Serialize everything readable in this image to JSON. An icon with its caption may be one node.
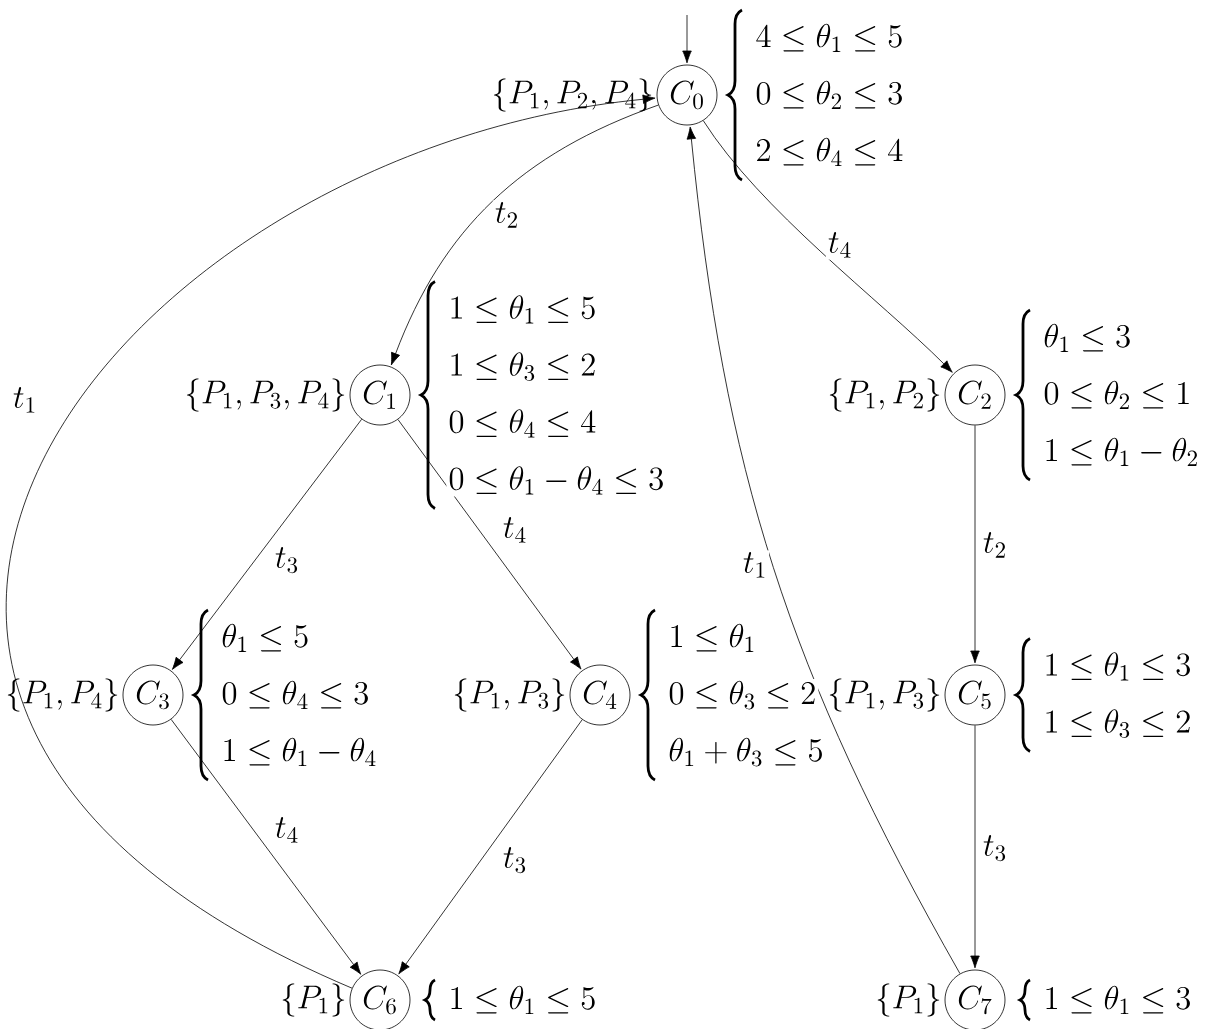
{
  "diagram": {
    "nodes": [
      {
        "text": [
          "C_0"
        ],
        "beside": [
          "\\{P_1, P_2, P_4\\}",
          "4 \\leq \\theta_1 \\leq 5",
          "0 \\leq \\theta_2 \\leq 3",
          "2 \\leq \\theta_4 \\leq 4"
        ]
      },
      {
        "text": [
          "C_1"
        ],
        "beside": [
          "\\{P_1, P_3, P_4\\}",
          "1 \\leq \\theta_1 \\leq 5",
          "1 \\leq \\theta_3 \\leq 2",
          "0 \\leq \\theta_4 \\leq 4",
          "0 \\leq \\theta_1 - \\theta_4 \\leq 3"
        ]
      },
      {
        "text": [
          "C_2"
        ],
        "beside": [
          "\\{P_1, P_2\\}",
          "\\theta_1 \\leq 3",
          "0 \\leq \\theta_2 \\leq 1",
          "1 \\leq \\theta_1 - \\theta_2"
        ]
      },
      {
        "text": [
          "C_3"
        ],
        "beside": [
          "\\{P_1, P_4\\}",
          "\\theta_1 \\leq 5",
          "0 \\leq \\theta_4 \\leq 3",
          "1 \\leq \\theta_1 - \\theta_4"
        ]
      },
      {
        "text": [
          "C_4"
        ],
        "beside": [
          "\\{P_1, P_3\\}",
          "1 \\leq \\theta_1",
          "0 \\leq \\theta_3 \\leq 2",
          "\\theta_1 + \\theta_3 \\leq 5"
        ]
      },
      {
        "text": [
          "C_5"
        ],
        "beside": [
          "\\{P_1, P_3\\}",
          "1 \\leq \\theta_1 \\leq 3",
          "1 \\leq \\theta_3 \\leq 2"
        ]
      },
      {
        "text": [
          "C_6"
        ],
        "beside": [
          "\\{P_1\\}",
          "1 \\leq \\theta_1 \\leq 5"
        ]
      },
      {
        "text": [
          "C_7"
        ],
        "beside": [
          "\\{P_1\\}",
          "1 \\leq \\theta_1 \\leq 3"
        ]
      }
    ],
    "edges": [
      {
        "from": null,
        "to": 0,
        "arrow": "to"
      },
      {
        "from": 0,
        "to": 1,
        "arrow": "to",
        "label": "t_2"
      },
      {
        "from": 0,
        "to": 2,
        "arrow": "to",
        "label": "t_4"
      },
      {
        "from": 1,
        "to": 3,
        "arrow": "to",
        "label": "t_3"
      },
      {
        "from": 1,
        "to": 4,
        "arrow": "to",
        "label": "t_4"
      },
      {
        "from": 2,
        "to": 5,
        "arrow": "to",
        "label": "t_2"
      },
      {
        "from": 3,
        "to": 6,
        "arrow": "to",
        "label": "t_4"
      },
      {
        "from": 4,
        "to": 6,
        "arrow": "to",
        "label": "t_3"
      },
      {
        "from": 5,
        "to": 7,
        "arrow": "to",
        "label": "t_3"
      },
      {
        "from": 6,
        "to": 0,
        "arrow": "to",
        "label": "t_1"
      },
      {
        "from": 7,
        "to": 0,
        "arrow": "to",
        "label": "t_1"
      }
    ]
  }
}
